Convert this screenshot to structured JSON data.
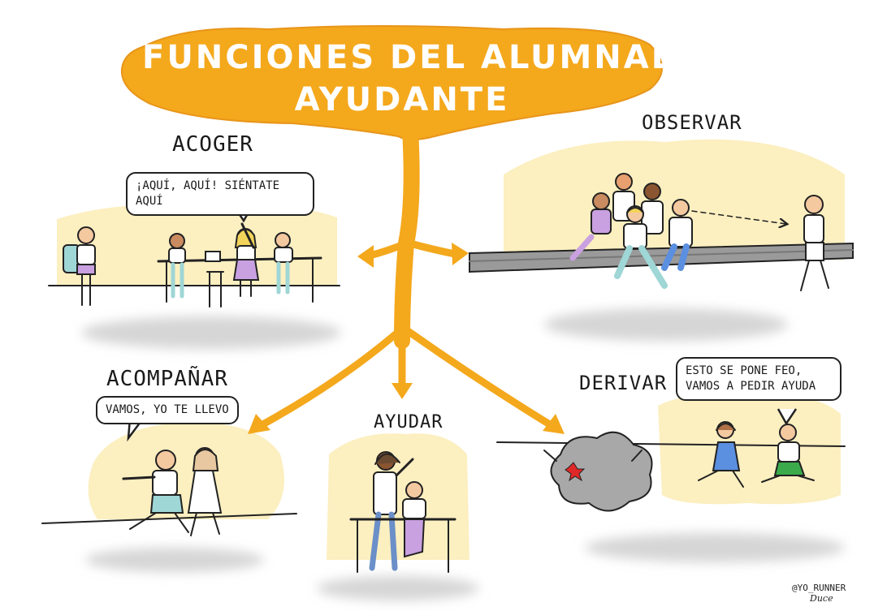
{
  "title": {
    "line1": "FUNCIONES DEL ALUMNADO",
    "line2": "AYUDANTE"
  },
  "functions": {
    "acoger": {
      "label": "ACOGER",
      "speech": "¡AQUÍ, AQUÍ! SIÉNTATE AQUÍ"
    },
    "observar": {
      "label": "OBSERVAR"
    },
    "acompanar": {
      "label": "ACOMPAÑAR",
      "speech": "VAMOS, YO TE LLEVO"
    },
    "ayudar": {
      "label": "AYUDAR"
    },
    "derivar": {
      "label": "DERIVAR",
      "speech_line1": "ESTO SE PONE FEO,",
      "speech_line2": "VAMOS A PEDIR AYUDA"
    }
  },
  "credit": {
    "handle": "@YO_RUNNER",
    "signature": "Duce"
  },
  "colors": {
    "accent": "#F4A81C",
    "scene_bg": "#FCEFC0",
    "ink": "#222222",
    "shadow": "#D8D8D8"
  }
}
